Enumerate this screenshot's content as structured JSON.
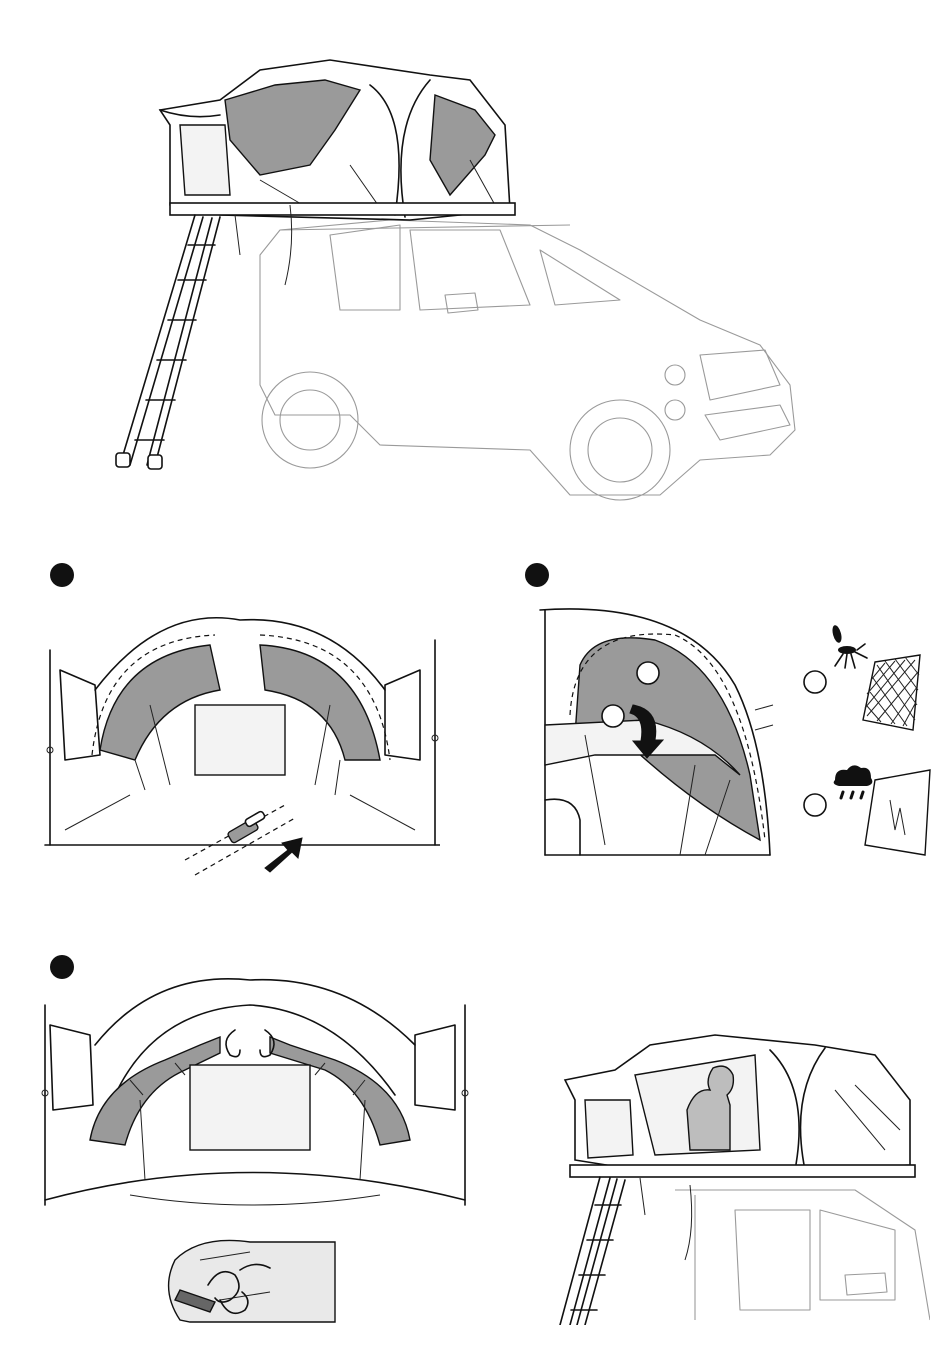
{
  "steps": [
    {
      "id": "1",
      "action": "open-zipper"
    },
    {
      "id": "2",
      "action": "roll-window"
    },
    {
      "id": "3",
      "action": "fasten-toggle"
    }
  ],
  "options": {
    "mesh": {
      "icon": "mosquito-icon",
      "material": "mesh-screen"
    },
    "rain": {
      "icon": "rain-cloud-icon",
      "material": "clear-window"
    }
  },
  "colors": {
    "fabric_shade": "#9a9a9a",
    "outline": "#111111",
    "vehicle": "#9a9a9a",
    "badge": "#111111"
  }
}
